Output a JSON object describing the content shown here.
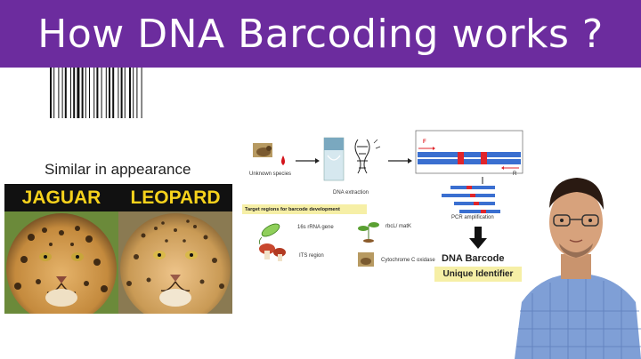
{
  "title": "How DNA Barcoding works ?",
  "similar_label": "Similar in appearance",
  "cats": {
    "jaguar_label": "JAGUAR",
    "leopard_label": "LEOPARD"
  },
  "diagram": {
    "unknown_species": "Unknown species",
    "dna_extraction": "DNA extraction",
    "pcr_amplification": "PCR amplification",
    "primer_forward": "F",
    "primer_reverse": "R",
    "target_regions": "Target regions for barcode development",
    "regions": {
      "rrna": "16s rRNA gene",
      "rbcl": "rbcL/ matK",
      "its": "ITS region",
      "cox": "Cytochrome C oxidase"
    },
    "dna_barcode": "DNA Barcode",
    "unique_identifier": "Unique Identifier"
  },
  "colors": {
    "title_bg": "#6c2c9e",
    "title_text": "#ffffff",
    "cat_label_bg": "#111111",
    "cat_label_text": "#f6d21c",
    "highlight": "#f6efa6",
    "dna_blue": "#3a6fd0",
    "band_red": "#e0252b"
  }
}
